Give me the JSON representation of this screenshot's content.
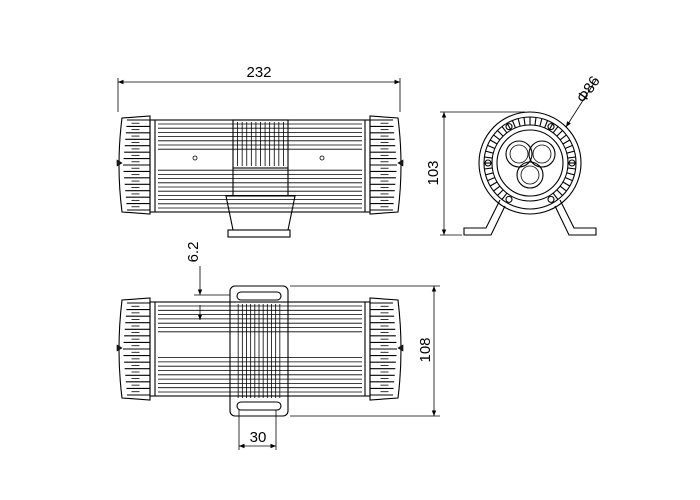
{
  "drawing": {
    "dimensions": {
      "overall_length": "232",
      "side_height": "103",
      "diameter": "Φ86",
      "offset": "6.2",
      "bottom_height": "108",
      "bracket_width": "30"
    }
  }
}
